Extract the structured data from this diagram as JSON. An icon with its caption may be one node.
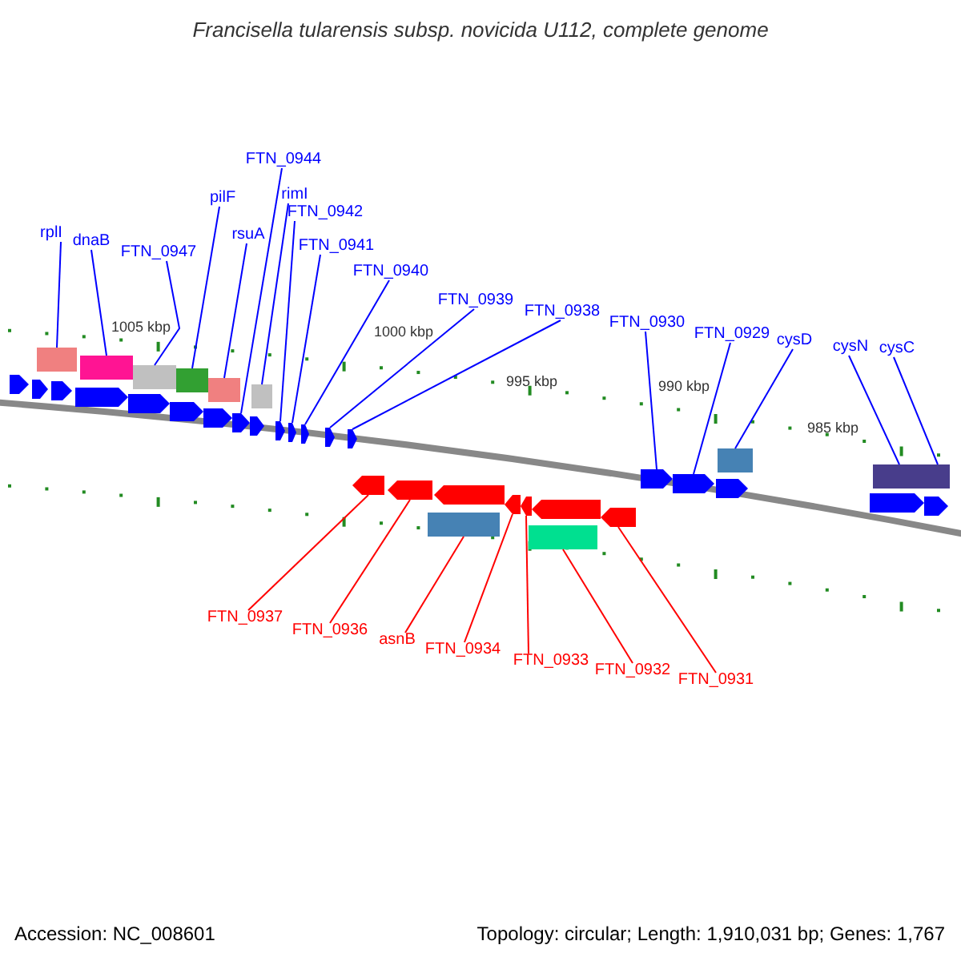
{
  "diagram": {
    "title": "Francisella tularensis subsp. novicida U112, complete genome",
    "nodes": [
      {
        "text": [
          "rplI"
        ]
      },
      {
        "text": [
          "dnaB"
        ]
      },
      {
        "text": [
          "FTN_0947"
        ]
      },
      {
        "text": [
          "pilF"
        ]
      },
      {
        "text": [
          "rsuA"
        ]
      },
      {
        "text": [
          "FTN_0944"
        ]
      },
      {
        "text": [
          "rimI"
        ]
      },
      {
        "text": [
          "FTN_0942"
        ]
      },
      {
        "text": [
          "FTN_0941"
        ]
      },
      {
        "text": [
          "FTN_0940"
        ]
      },
      {
        "text": [
          "FTN_0939"
        ]
      },
      {
        "text": [
          "FTN_0938"
        ]
      },
      {
        "text": [
          "FTN_0930"
        ]
      },
      {
        "text": [
          "FTN_0929"
        ]
      },
      {
        "text": [
          "cysD"
        ]
      },
      {
        "text": [
          "cysN"
        ]
      },
      {
        "text": [
          "cysC"
        ]
      },
      {
        "text": [
          "FTN_0937"
        ]
      },
      {
        "text": [
          "FTN_0936"
        ]
      },
      {
        "text": [
          "asnB"
        ]
      },
      {
        "text": [
          "FTN_0934"
        ]
      },
      {
        "text": [
          "FTN_0933"
        ]
      },
      {
        "text": [
          "FTN_0932"
        ]
      },
      {
        "text": [
          "FTN_0931"
        ]
      },
      {
        "text": [],
        "shape": "arrow"
      },
      {
        "text": [],
        "shape": "arrow"
      },
      {
        "text": [],
        "shape": "box"
      },
      {
        "text": [],
        "shape": "arrow"
      },
      {
        "text": [],
        "shape": "arrow"
      },
      {
        "text": [],
        "shape": "box"
      },
      {
        "text": [],
        "shape": "arrow"
      },
      {
        "text": [],
        "shape": "box"
      },
      {
        "text": [],
        "shape": "arrow"
      },
      {
        "text": [],
        "shape": "box"
      },
      {
        "text": [],
        "shape": "arrow"
      },
      {
        "text": [],
        "shape": "box"
      },
      {
        "text": [],
        "shape": "arrow"
      },
      {
        "text": [],
        "shape": "arrow"
      },
      {
        "text": [],
        "shape": "box"
      },
      {
        "text": [],
        "shape": "arrow"
      },
      {
        "text": [],
        "shape": "arrow"
      },
      {
        "text": [],
        "shape": "arrow"
      },
      {
        "text": [],
        "shape": "arrow"
      },
      {
        "text": [],
        "shape": "arrow"
      },
      {
        "text": [],
        "shape": "arrow"
      },
      {
        "text": [],
        "shape": "arrow"
      },
      {
        "text": [],
        "shape": "box"
      },
      {
        "text": [],
        "shape": "arrow"
      },
      {
        "text": [],
        "shape": "arrow"
      },
      {
        "text": [],
        "shape": "arrow"
      },
      {
        "text": [],
        "shape": "box"
      },
      {
        "text": [],
        "shape": "arrow"
      },
      {
        "text": [],
        "shape": "arrow"
      },
      {
        "text": [],
        "shape": "arrow"
      },
      {
        "text": [],
        "shape": "arrow"
      },
      {
        "text": [],
        "shape": "arrow"
      },
      {
        "text": [],
        "shape": "box"
      },
      {
        "text": [],
        "shape": "arrow"
      },
      {
        "text": [],
        "shape": "box"
      },
      {
        "text": [],
        "shape": "arrow"
      },
      {
        "text": [],
        "shape": "box"
      }
    ],
    "edges": [
      {
        "from": 0,
        "to": 26,
        "arrow": "none"
      },
      {
        "from": 1,
        "to": 29,
        "arrow": "none"
      },
      {
        "from": 2,
        "to": 31,
        "arrow": "none"
      },
      {
        "from": 3,
        "to": 33,
        "arrow": "none"
      },
      {
        "from": 4,
        "to": 35,
        "arrow": "none"
      },
      {
        "from": 5,
        "to": 36,
        "arrow": "none"
      },
      {
        "from": 6,
        "to": 38,
        "arrow": "none"
      },
      {
        "from": 7,
        "to": 39,
        "arrow": "none"
      },
      {
        "from": 8,
        "to": 40,
        "arrow": "none"
      },
      {
        "from": 9,
        "to": 41,
        "arrow": "none"
      },
      {
        "from": 10,
        "to": 42,
        "arrow": "none"
      },
      {
        "from": 11,
        "to": 43,
        "arrow": "none"
      },
      {
        "from": 12,
        "to": 53,
        "arrow": "none"
      },
      {
        "from": 13,
        "to": 54,
        "arrow": "none"
      },
      {
        "from": 14,
        "to": 56,
        "arrow": "none"
      },
      {
        "from": 15,
        "to": 58,
        "arrow": "none"
      },
      {
        "from": 16,
        "to": 60,
        "arrow": "none"
      },
      {
        "from": 17,
        "to": 44,
        "arrow": "none",
        "color": "#ff0000"
      },
      {
        "from": 18,
        "to": 45,
        "arrow": "none",
        "color": "#ff0000"
      },
      {
        "from": 19,
        "to": 46,
        "arrow": "none",
        "color": "#ff0000"
      },
      {
        "from": 20,
        "to": 48,
        "arrow": "none",
        "color": "#ff0000"
      },
      {
        "from": 21,
        "to": 49,
        "arrow": "none",
        "color": "#ff0000"
      },
      {
        "from": 22,
        "to": 50,
        "arrow": "none",
        "color": "#ff0000"
      },
      {
        "from": 23,
        "to": 52,
        "arrow": "none",
        "color": "#ff0000"
      }
    ],
    "labels": [
      "1005 kbp",
      "1000 kbp",
      "995 kbp",
      "990 kbp",
      "985 kbp",
      "Accession: NC_008601",
      "Topology: circular; Length: 1,910,031 bp; Genes: 1,767"
    ]
  }
}
